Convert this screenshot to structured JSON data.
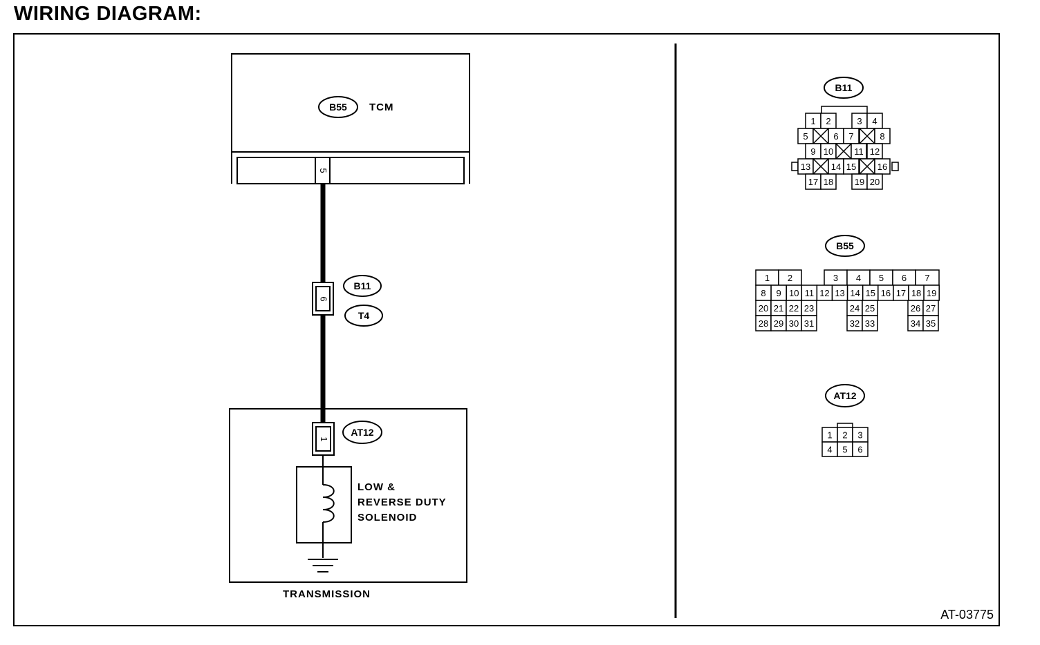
{
  "title": "WIRING DIAGRAM:",
  "figure_id": "AT-03775",
  "tcm": {
    "connector": "B55",
    "name": "TCM",
    "pin": "5"
  },
  "joint": {
    "connector_top": "B11",
    "connector_bottom": "T4",
    "pin": "6"
  },
  "transmission": {
    "label": "TRANSMISSION",
    "connector": "AT12",
    "pin": "1",
    "component_lines": [
      "LOW &",
      "REVERSE DUTY",
      "SOLENOID"
    ]
  },
  "connector_views": {
    "b11": {
      "label": "B11",
      "cells": [
        {
          "t": "1"
        },
        {
          "t": "2"
        },
        {
          "t": "3"
        },
        {
          "t": "4"
        },
        {
          "t": "5"
        },
        {
          "t": "X"
        },
        {
          "t": "6"
        },
        {
          "t": "7"
        },
        {
          "t": "X"
        },
        {
          "t": "8"
        },
        {
          "t": "9"
        },
        {
          "t": "10"
        },
        {
          "t": "X"
        },
        {
          "t": "11"
        },
        {
          "t": "12"
        },
        {
          "t": "13"
        },
        {
          "t": "X"
        },
        {
          "t": "14"
        },
        {
          "t": "15"
        },
        {
          "t": "X"
        },
        {
          "t": "16"
        },
        {
          "t": "17"
        },
        {
          "t": "18"
        },
        {
          "t": "19"
        },
        {
          "t": "20"
        }
      ]
    },
    "b55": {
      "label": "B55",
      "cells": [
        {
          "t": "1"
        },
        {
          "t": "2"
        },
        {
          "t": "3"
        },
        {
          "t": "4"
        },
        {
          "t": "5"
        },
        {
          "t": "6"
        },
        {
          "t": "7"
        },
        {
          "t": "8"
        },
        {
          "t": "9"
        },
        {
          "t": "10"
        },
        {
          "t": "11"
        },
        {
          "t": "12"
        },
        {
          "t": "13"
        },
        {
          "t": "14"
        },
        {
          "t": "15"
        },
        {
          "t": "16"
        },
        {
          "t": "17"
        },
        {
          "t": "18"
        },
        {
          "t": "19"
        },
        {
          "t": "20"
        },
        {
          "t": "21"
        },
        {
          "t": "22"
        },
        {
          "t": "23"
        },
        {
          "t": "24"
        },
        {
          "t": "25"
        },
        {
          "t": "26"
        },
        {
          "t": "27"
        },
        {
          "t": "28"
        },
        {
          "t": "29"
        },
        {
          "t": "30"
        },
        {
          "t": "31"
        },
        {
          "t": "32"
        },
        {
          "t": "33"
        },
        {
          "t": "34"
        },
        {
          "t": "35"
        }
      ]
    },
    "at12": {
      "label": "AT12",
      "cells": [
        {
          "t": "1"
        },
        {
          "t": "2"
        },
        {
          "t": "3"
        },
        {
          "t": "4"
        },
        {
          "t": "5"
        },
        {
          "t": "6"
        }
      ]
    }
  }
}
